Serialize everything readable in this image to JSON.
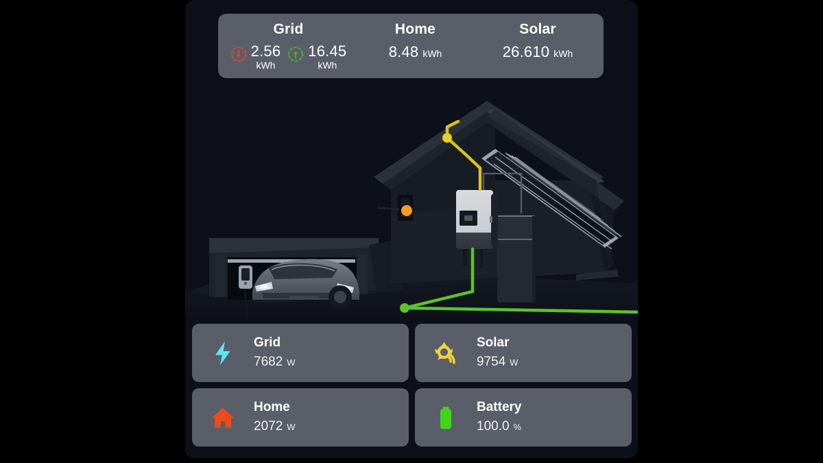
{
  "colors": {
    "page_background": "#000000",
    "panel_background": "#0d1018",
    "card_background": "#5a5e68",
    "grid_import": "#e8432a",
    "grid_export": "#4caf2f",
    "solar_flow": "#d9c21f",
    "grid_flow": "#5cc22c",
    "bolt_cyan": "#5ae7f5",
    "solar_yellow": "#f2d13b",
    "home_orange": "#ef4a1c",
    "battery_green": "#3fd619",
    "charger_orange": "#f79c1c"
  },
  "summary": {
    "grid": {
      "title": "Grid",
      "import": {
        "icon": "arrow-down-circle-icon",
        "value": "2.56",
        "unit": "kWh"
      },
      "export": {
        "icon": "arrow-up-circle-icon",
        "value": "16.45",
        "unit": "kWh"
      }
    },
    "home": {
      "title": "Home",
      "value": "8.48",
      "unit": "kWh"
    },
    "solar": {
      "title": "Solar",
      "value": "26.610",
      "unit": "kWh"
    }
  },
  "illustration": {
    "description": "night-time house with solar panels, garage with electric car and wall charger, inverter and battery unit, animated energy flow lines",
    "flows": [
      {
        "name": "solar-to-inverter",
        "color": "#d9c21f"
      },
      {
        "name": "inverter-to-grid",
        "color": "#5cc22c"
      }
    ],
    "charger_indicator": "#f79c1c"
  },
  "cards": [
    {
      "id": "grid",
      "icon": "lightning-bolt-icon",
      "label": "Grid",
      "value": "7682",
      "unit": "W"
    },
    {
      "id": "solar",
      "icon": "sun-icon",
      "label": "Solar",
      "value": "9754",
      "unit": "W"
    },
    {
      "id": "home",
      "icon": "house-icon",
      "label": "Home",
      "value": "2072",
      "unit": "W"
    },
    {
      "id": "battery",
      "icon": "battery-full-icon",
      "label": "Battery",
      "value": "100.0",
      "unit": "%"
    }
  ]
}
